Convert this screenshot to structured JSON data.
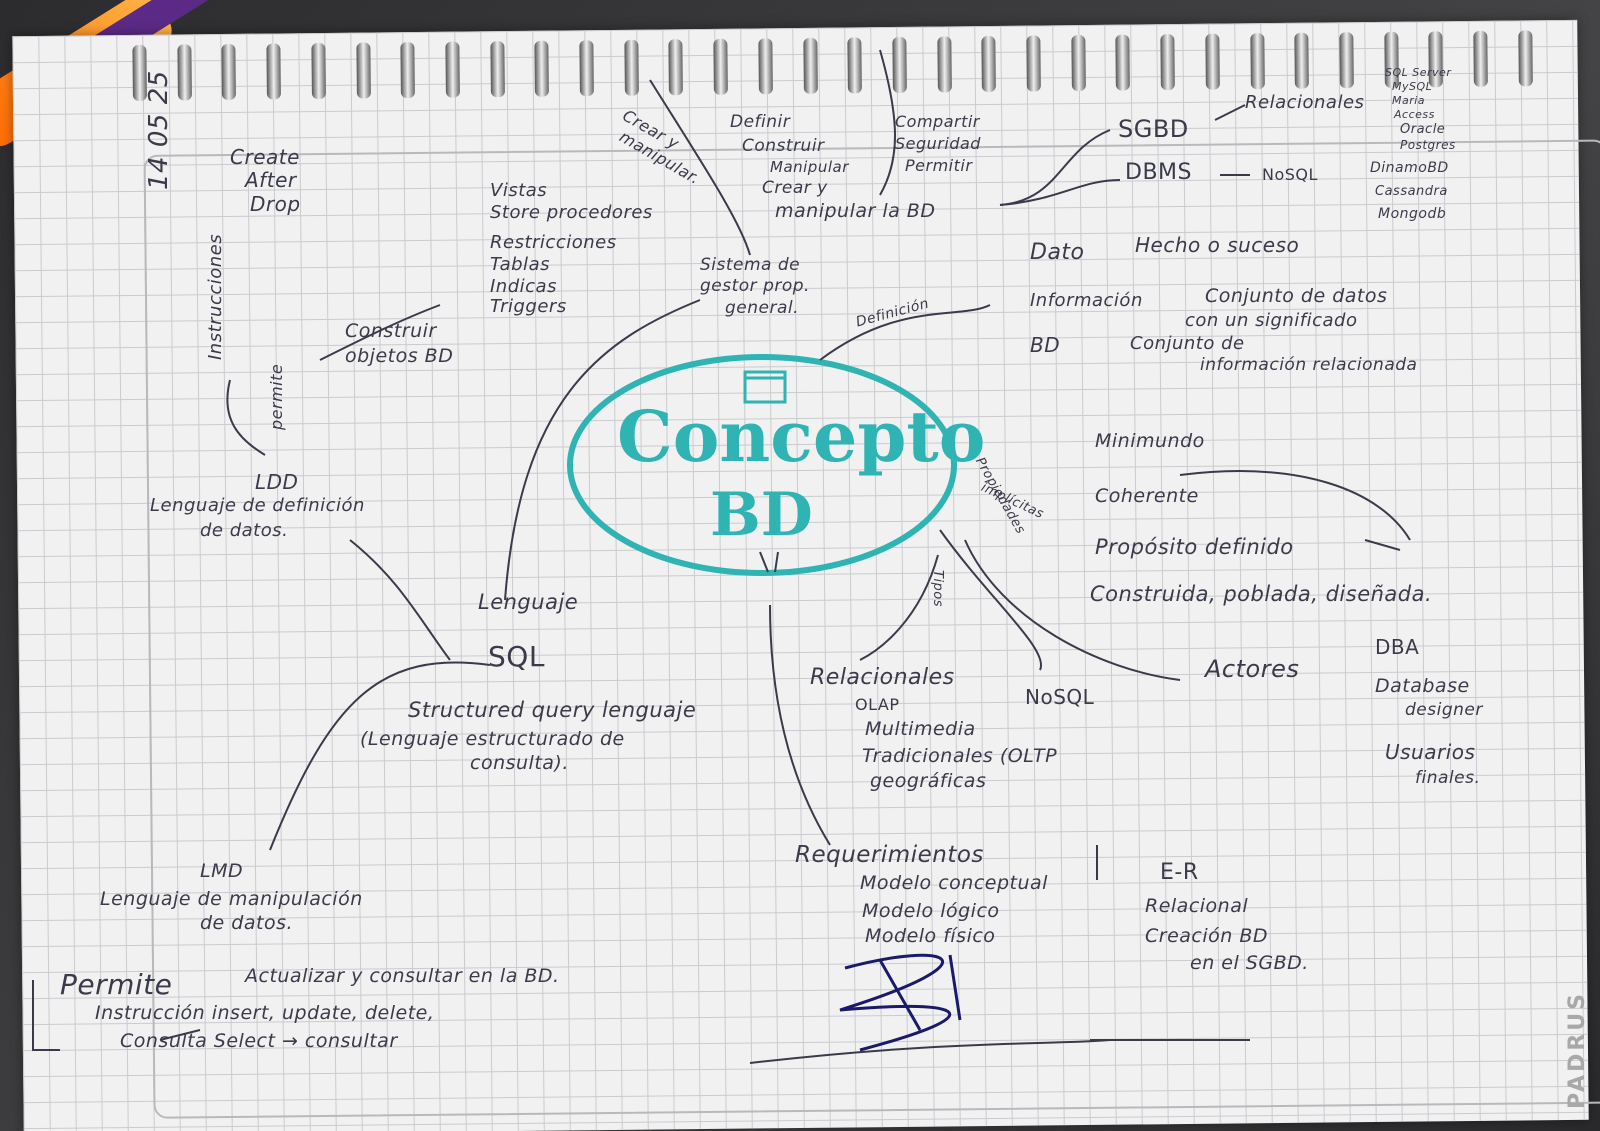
{
  "notebook": {
    "date": "14 05 25",
    "brand": "PADRUS",
    "center": {
      "title": "Concepto",
      "subtitle": "BD"
    },
    "ddl": {
      "commands": [
        "Create",
        "After",
        "Drop"
      ],
      "side_instructions": "Instrucciones",
      "side_permite": "permite",
      "construir": "Construir",
      "objetos": "objetos BD",
      "objects": [
        "Vistas",
        "Store procedores",
        "Restricciones",
        "Tablas",
        "Indicas",
        "Triggers"
      ],
      "acronym": "LDD",
      "meaning_1": "Lenguaje de definición",
      "meaning_2": "de datos."
    },
    "sgbd": {
      "crear_manipular": [
        "Crear y",
        "manipular."
      ],
      "define": [
        "Definir",
        "Construir",
        "Manipular",
        "Crear y"
      ],
      "manipular_bd": "manipular la BD",
      "share": [
        "Compartir",
        "Seguridad",
        "Permitir"
      ],
      "sistema": [
        "Sistema de",
        "gestor prop.",
        "general."
      ],
      "sgbd_label": "SGBD",
      "dbms_label": "DBMS",
      "relacionales": "Relacionales",
      "nosql": "NoSQL",
      "rel_list": [
        "SQL Server",
        "MySQL",
        "Maria",
        "Access",
        "Oracle",
        "Postgres"
      ],
      "nosql_list": [
        "DinamoBD",
        "Cassandra",
        "Mongodb"
      ]
    },
    "definicion": {
      "label": "Definición",
      "dato": "Dato",
      "dato_def": "Hecho o suceso",
      "informacion": "Información",
      "info_def": "Conjunto de datos",
      "info_def2": "con un significado",
      "bd": "BD",
      "bd_def": "Conjunto de",
      "bd_def2": "información relacionada"
    },
    "propiedades": {
      "label_1": "Propiedades",
      "label_2": "implícitas",
      "items": [
        "Minimundo",
        "Coherente",
        "Propósito definido",
        "Construida, poblada, diseñada."
      ]
    },
    "tipos": {
      "label": "Tipos",
      "relacionales": "Relacionales",
      "rel_items": [
        "OLAP",
        "Multimedia",
        "Tradicionales (OLTP",
        "geográficas"
      ],
      "nosql": "NoSQL"
    },
    "actores": {
      "label": "Actores",
      "items": [
        "DBA",
        "Database",
        "designer",
        "Usuarios",
        "finales."
      ]
    },
    "sql": {
      "lenguaje": "Lenguaje",
      "sql": "SQL",
      "structured": "Structured query lenguaje",
      "spanish": "(Lenguaje estructurado de",
      "spanish2": "consulta)."
    },
    "requerimientos": {
      "label": "Requerimientos",
      "items": [
        "Modelo conceptual",
        "Modelo lógico",
        "Modelo físico"
      ],
      "er": "E-R",
      "relacional": "Relacional",
      "creacion": "Creación BD",
      "en_sgbd": "en el SGBD."
    },
    "lmd": {
      "acronym": "LMD",
      "meaning_1": "Lenguaje de manipulación",
      "meaning_2": "de datos.",
      "permite": "Permite",
      "actualizar": "Actualizar y consultar en la BD.",
      "instruccion": "Instrucción insert, update, delete,",
      "consulta": "Consulta Select → consultar"
    },
    "colors": {
      "ink": "#3b3a4a",
      "accent": "#2fb3b3",
      "paper": "#f1f1f1"
    }
  }
}
